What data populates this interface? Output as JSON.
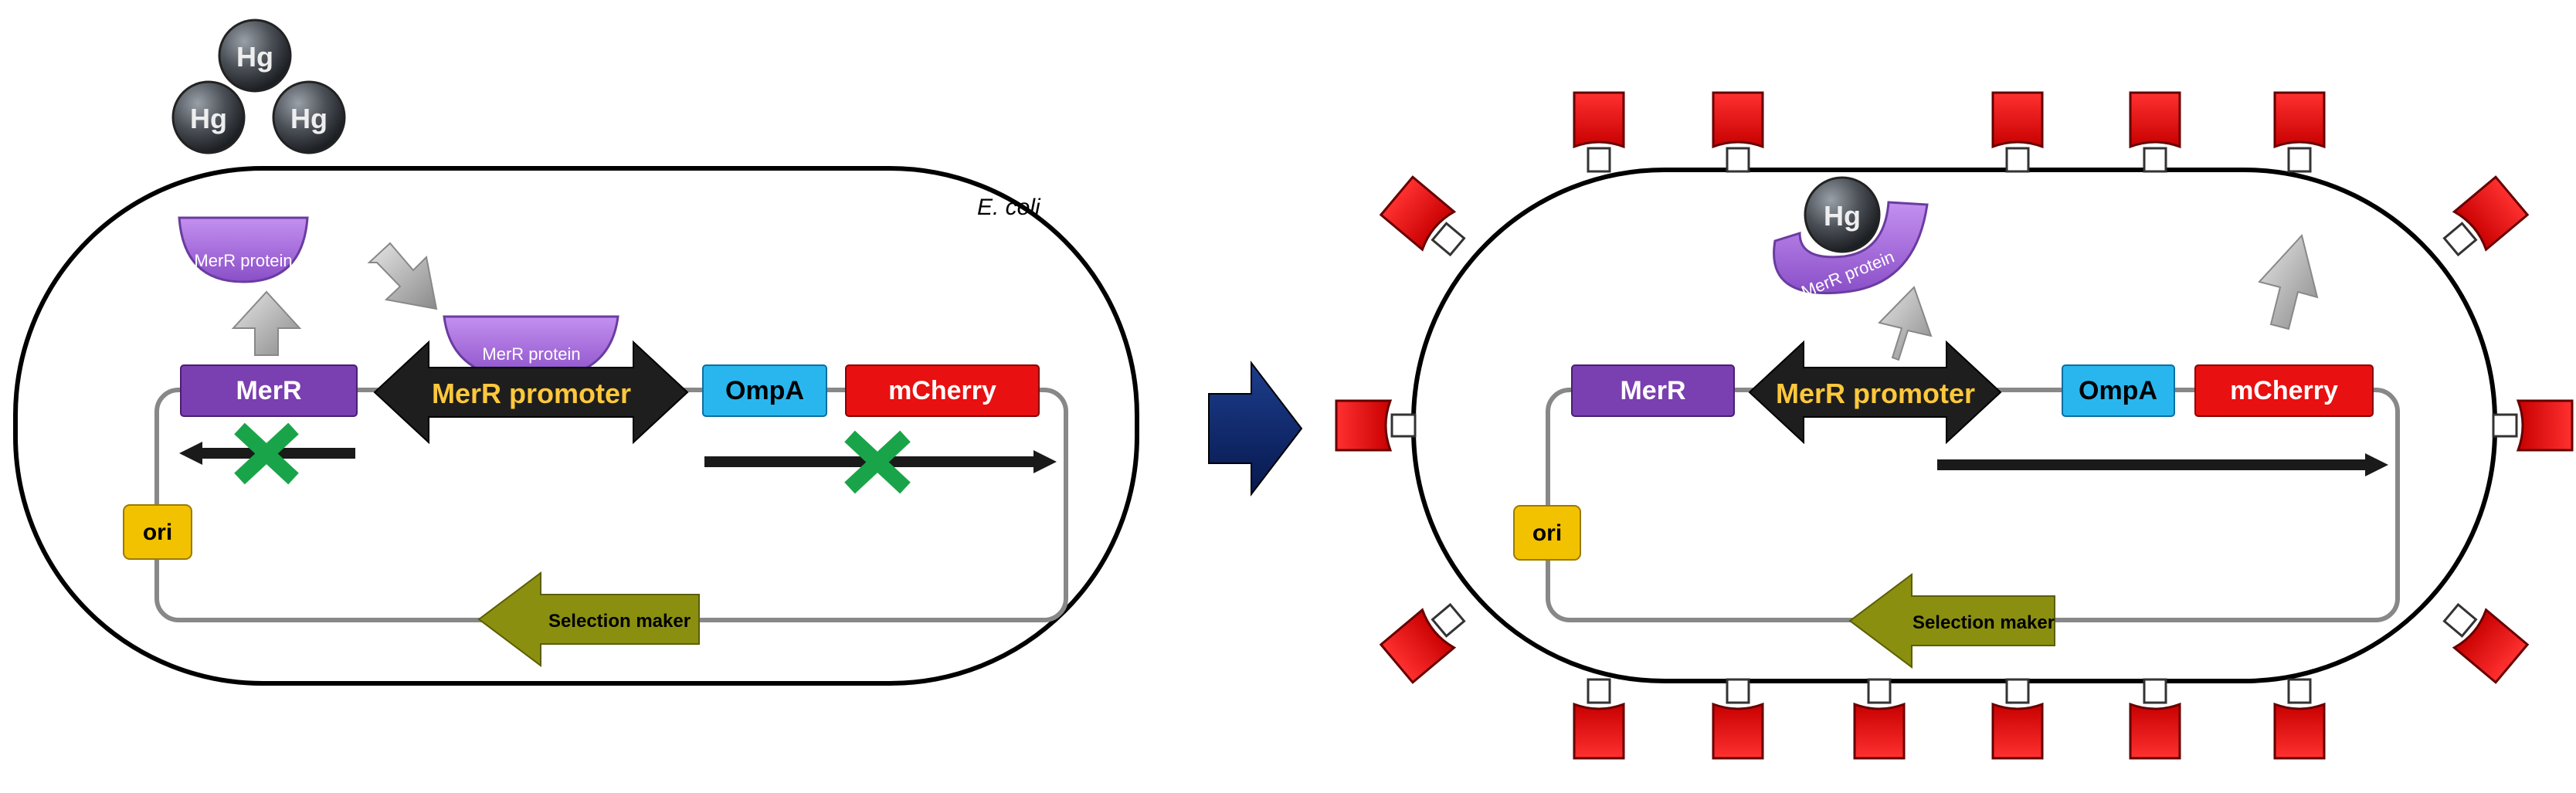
{
  "left_panel": {
    "organism_label": "E. coli",
    "mercury_label": "Hg",
    "merr_protein_label": "MerR protein",
    "merr_gene": "MerR",
    "promoter": "MerR promoter",
    "ompa": "OmpA",
    "mcherry": "mCherry",
    "ori": "ori",
    "selection": "Selection maker"
  },
  "right_panel": {
    "mercury_label": "Hg",
    "merr_protein_label": "MerR protein",
    "merr_gene": "MerR",
    "promoter": "MerR promoter",
    "ompa": "OmpA",
    "mcherry": "mCherry",
    "ori": "ori",
    "selection": "Selection maker"
  },
  "colors": {
    "merr": "#7a3fb0",
    "merr_protein": "#a668e0",
    "promoter": "#1e1e1e",
    "promoter_text": "#ffc83c",
    "ompa": "#29b6ee",
    "mcherry": "#e81010",
    "ori": "#f2c200",
    "selection": "#8a8f10",
    "block_x": "#1aa44a",
    "transition_arrow": "#0e2a6e",
    "hg_atom": "#4a4f56"
  }
}
